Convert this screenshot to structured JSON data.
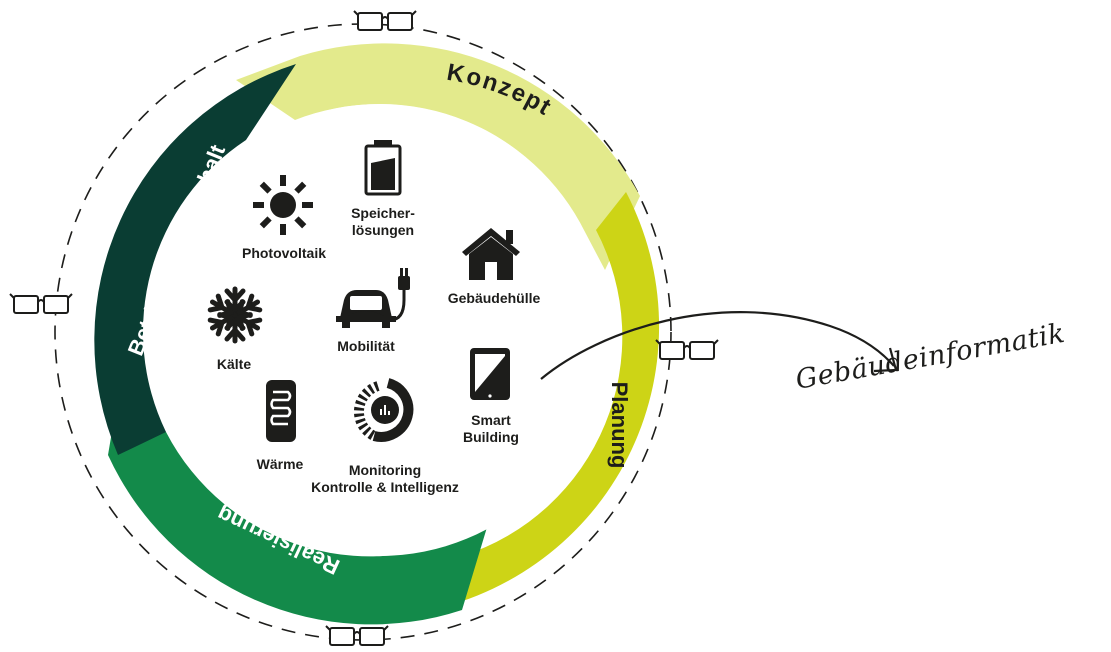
{
  "phases": [
    {
      "label": "Konzept",
      "color": "#e3ea8c"
    },
    {
      "label": "Planung",
      "color": "#cdd416"
    },
    {
      "label": "Realisierung",
      "color": "#138a4a"
    },
    {
      "label": "Betrieb und Unterhalt",
      "color": "#0a3d33"
    }
  ],
  "topics": [
    {
      "label": "Photovoltaik",
      "icon": "sun-icon"
    },
    {
      "label": "Speicher-\nlösungen",
      "icon": "battery-icon"
    },
    {
      "label": "Gebäudehülle",
      "icon": "house-icon"
    },
    {
      "label": "Kälte",
      "icon": "snowflake-icon"
    },
    {
      "label": "Mobilität",
      "icon": "ev-charging-icon"
    },
    {
      "label": "Smart\nBuilding",
      "icon": "tablet-icon"
    },
    {
      "label": "Wärme",
      "icon": "boiler-icon"
    },
    {
      "label": "Monitoring\nKontrolle & Intelligenz",
      "icon": "monitoring-icon"
    }
  ],
  "callout": {
    "label": "Gebäudeinformatik",
    "icon": "curved-arrow-icon"
  },
  "markers": {
    "icon": "glasses-icon",
    "count": 4
  }
}
